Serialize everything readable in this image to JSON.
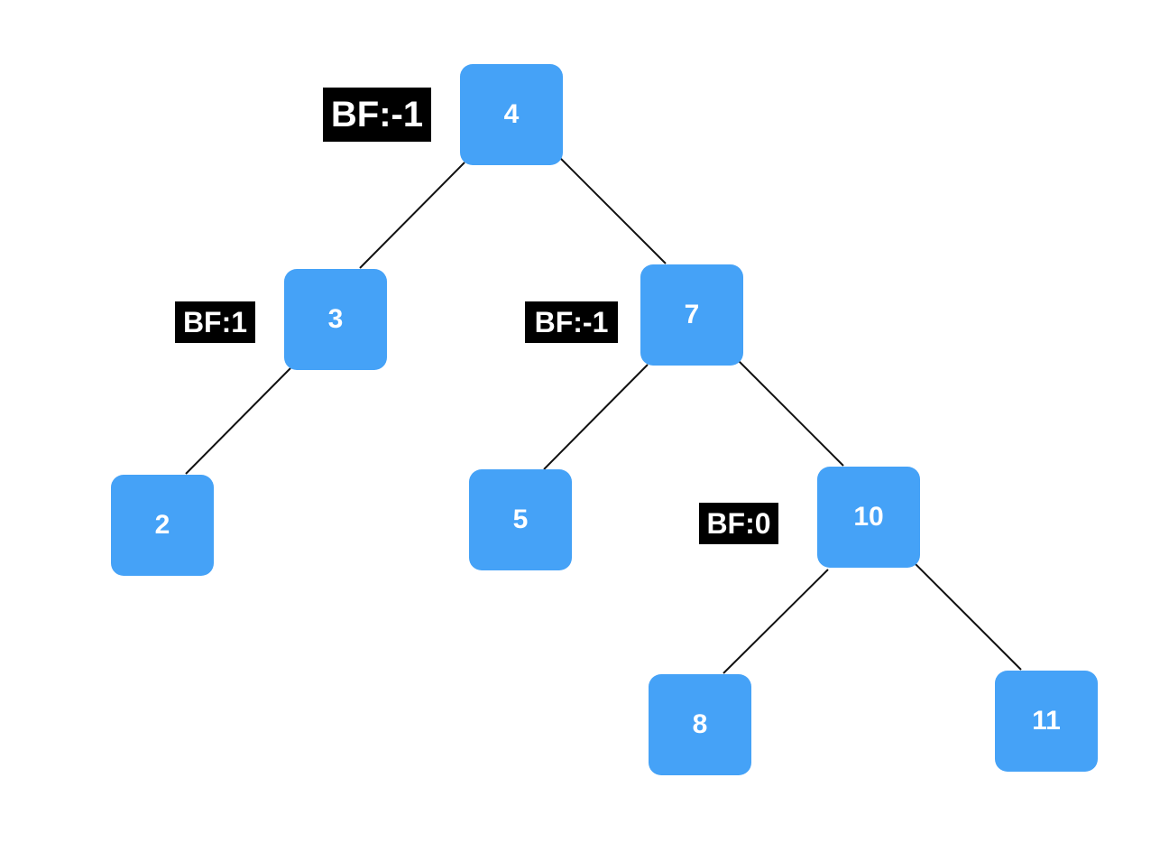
{
  "tree": {
    "nodes": {
      "n4": "4",
      "n3": "3",
      "n7": "7",
      "n2": "2",
      "n5": "5",
      "n10": "10",
      "n8": "8",
      "n11": "11"
    },
    "edges": [
      [
        "n4",
        "n3"
      ],
      [
        "n4",
        "n7"
      ],
      [
        "n3",
        "n2"
      ],
      [
        "n7",
        "n5"
      ],
      [
        "n7",
        "n10"
      ],
      [
        "n10",
        "n8"
      ],
      [
        "n10",
        "n11"
      ]
    ],
    "balance_factors": {
      "n4": "BF:-1",
      "n3": "BF:1",
      "n7": "BF:-1",
      "n10": "BF:0"
    },
    "node_color": "#45a2f7",
    "label_color": "#000000",
    "edge_color": "#111111"
  }
}
